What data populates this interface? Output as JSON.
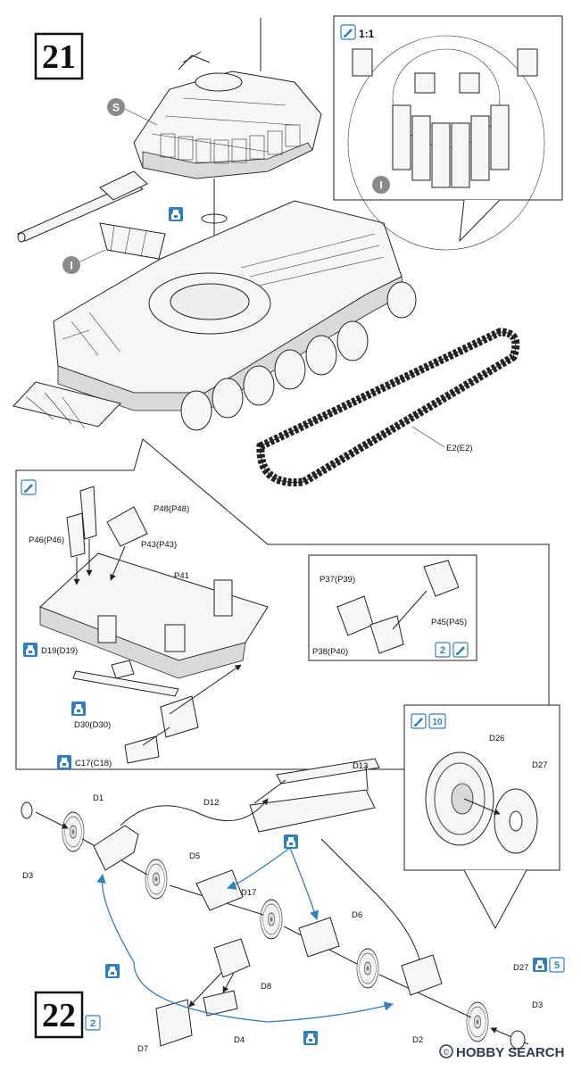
{
  "steps": {
    "step21": "21",
    "step22": "22"
  },
  "step21": {
    "markers": {
      "s": "S",
      "i_main": "I",
      "i_inset": "I"
    },
    "inset_top": {
      "scale": "1:1"
    },
    "track_label": "E2(E2)"
  },
  "fender_inset": {
    "labels": {
      "p48": "P48(P48)",
      "p46": "P46(P46)",
      "p43": "P43(P43)",
      "p41": "P41",
      "d19": "D19(D19)",
      "d30": "D30(D30)",
      "c17": "C17(C18)"
    },
    "sub_inset": {
      "p37": "P37(P39)",
      "p45": "P45(P45)",
      "p38": "P38(P40)",
      "count": "2"
    }
  },
  "step22": {
    "labels": {
      "d13": "D13",
      "d12": "D12",
      "d1": "D1",
      "d3_left": "D3",
      "d5": "D5",
      "d17": "D17",
      "d6": "D6",
      "d8": "D8",
      "d7": "D7",
      "d4": "D4",
      "d2": "D2",
      "d27_bottom": "D27",
      "d3_right": "D3"
    },
    "wheel_inset": {
      "count": "10",
      "d26": "D26",
      "d27": "D27"
    },
    "multipliers": {
      "step": "2",
      "d27": "5"
    }
  },
  "watermark": {
    "brand": "HOBBY SEARCH"
  },
  "colors": {
    "accent_blue": "#2f7fc4",
    "line": "#222222"
  }
}
